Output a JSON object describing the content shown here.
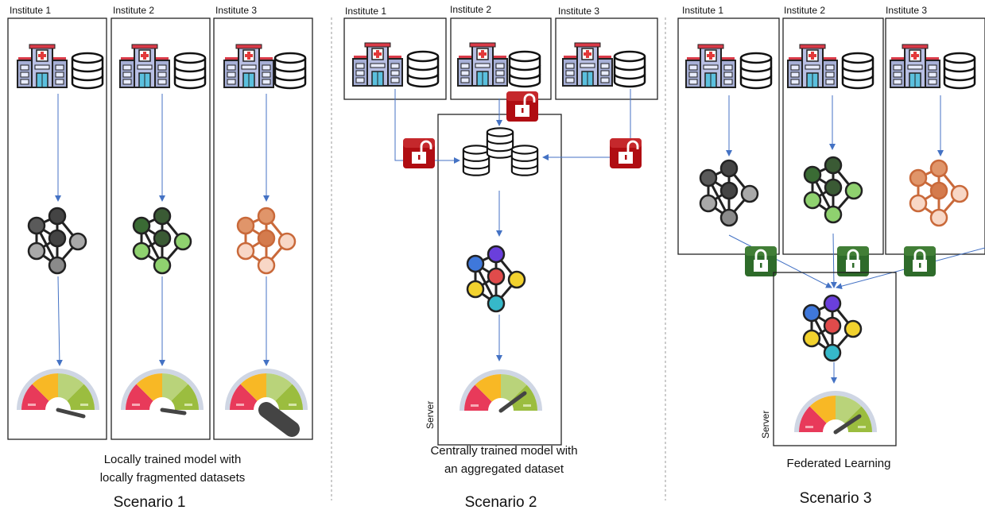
{
  "labels": {
    "institute_1": "Institute 1",
    "institute_2": "Institute 2",
    "institute_3": "Institute 3",
    "server": "Server"
  },
  "scenario1": {
    "caption_line1": "Locally trained model with",
    "caption_line2": "locally fragmented datasets",
    "title": "Scenario 1"
  },
  "scenario2": {
    "caption_line1": "Centrally trained model with",
    "caption_line2": "an aggregated dataset",
    "title": "Scenario 2"
  },
  "scenario3": {
    "caption_line1": "Federated Learning",
    "title": "Scenario 3"
  },
  "colors": {
    "arrow": "#4472c4",
    "lock_open": "#b00d12",
    "lock_closed": "#2e6b2a",
    "net_gray": [
      "#5a5a5a",
      "#444444",
      "#a9a9a9"
    ],
    "net_green": [
      "#3a6b34",
      "#3a5a34",
      "#8fd16f"
    ],
    "net_orange": [
      "#e0956a",
      "#d47b4d",
      "#f8d7c6"
    ],
    "net_multi": [
      "#3f78db",
      "#6a3fdc",
      "#e04b4b",
      "#f2d22e",
      "#36b8c9"
    ],
    "gauge": [
      "#e83a5a",
      "#f8b825",
      "#b9d37a",
      "#9bbd3f"
    ]
  },
  "icons": [
    "hospital-icon",
    "database-icon",
    "neural-network-icon",
    "gauge-icon",
    "lock-open-icon",
    "lock-closed-icon"
  ]
}
